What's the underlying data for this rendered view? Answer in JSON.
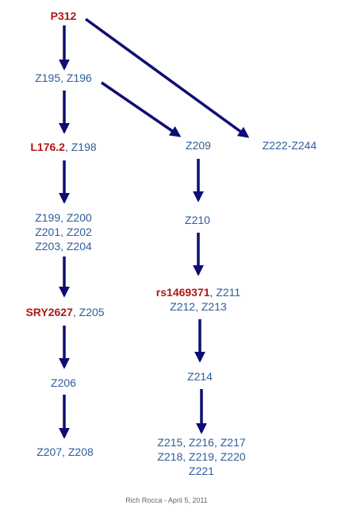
{
  "colors": {
    "arrow": "#0d0d73",
    "text": "#2e5e99",
    "highlight": "#b01818"
  },
  "nodes": {
    "p312": {
      "hl": "P312"
    },
    "z195": {
      "lines": [
        "Z195, Z196"
      ]
    },
    "l176": {
      "hl": "L176.2",
      "rest": ", Z198"
    },
    "z209": {
      "lines": [
        "Z209"
      ]
    },
    "z222": {
      "lines": [
        "Z222-Z244"
      ]
    },
    "z199": {
      "lines": [
        "Z199, Z200",
        "Z201, Z202",
        "Z203, Z204"
      ]
    },
    "z210": {
      "lines": [
        "Z210"
      ]
    },
    "sry2627": {
      "hl": "SRY2627",
      "rest": ", Z205"
    },
    "rs1469371": {
      "hl": "rs1469371",
      "rest": ", Z211",
      "lines": [
        "Z212, Z213"
      ]
    },
    "z206": {
      "lines": [
        "Z206"
      ]
    },
    "z214": {
      "lines": [
        "Z214"
      ]
    },
    "z207": {
      "lines": [
        "Z207, Z208"
      ]
    },
    "z215": {
      "lines": [
        "Z215, Z216, Z217",
        "Z218, Z219, Z220",
        "Z221"
      ]
    }
  },
  "credit": "Rich Rocca - April 5, 2011"
}
